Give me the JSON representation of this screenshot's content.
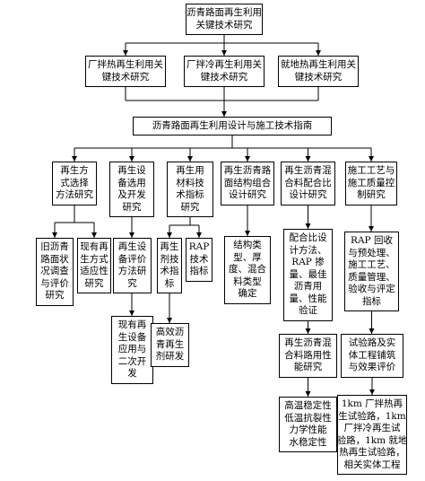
{
  "nodes": {
    "root": {
      "lines": [
        "沥青路面再生利用",
        "关键技术研究"
      ]
    },
    "hot_plant": {
      "lines": [
        "厂拌热再生利用关",
        "键技术研究"
      ]
    },
    "cold_plant": {
      "lines": [
        "厂拌冷再生利用关",
        "键技术研究"
      ]
    },
    "hot_inplace": {
      "lines": [
        "就地热再生利用关",
        "键技术研究"
      ]
    },
    "guide": {
      "lines": [
        "沥青路面再生利用设计与施工技术指南"
      ]
    },
    "method_select": {
      "lines": [
        "再生方",
        "式选择",
        "方法研究"
      ]
    },
    "equipment": {
      "lines": [
        "再生设",
        "备选用",
        "及开发",
        "研究"
      ]
    },
    "materials": {
      "lines": [
        "再生用",
        "材料技",
        "术指标",
        "研究"
      ]
    },
    "structure": {
      "lines": [
        "再生沥青路",
        "面结构组合",
        "设计研究"
      ]
    },
    "mix_design": {
      "lines": [
        "再生沥青混",
        "合料配合比",
        "设计研究"
      ]
    },
    "construction": {
      "lines": [
        "施工工艺与",
        "施工质量控",
        "制研究"
      ]
    },
    "old_pavement": {
      "lines": [
        "旧沥青",
        "路面状",
        "况调查",
        "与评价",
        "研究"
      ]
    },
    "adaptability": {
      "lines": [
        "现有再",
        "生方式",
        "适应性",
        "研究"
      ]
    },
    "equip_eval": {
      "lines": [
        "再生设",
        "备评价",
        "方法研",
        "究"
      ]
    },
    "rejuvenator_index": {
      "lines": [
        "再生",
        "剂技",
        "术指",
        "标"
      ]
    },
    "rap_index": {
      "lines": [
        "RAP",
        "技术",
        "指标"
      ]
    },
    "structure_type": {
      "lines": [
        "结构类",
        "型、厚",
        "度、混合",
        "料类型",
        "确定"
      ]
    },
    "mix_method": {
      "lines": [
        "配合比设",
        "计方法、",
        "RAP 掺",
        "量、最佳",
        "沥青用",
        "量、性能",
        "验证"
      ]
    },
    "construction_detail": {
      "lines": [
        "RAP 回收",
        "与预处理、",
        "施工工艺、",
        "质量管理、",
        "验收与评定",
        "指标"
      ]
    },
    "equip_dev": {
      "lines": [
        "现有再",
        "生设备",
        "应用与",
        "二次开",
        "发"
      ]
    },
    "rejuvenator_dev": {
      "lines": [
        "高效沥",
        "青再生",
        "剂研发"
      ]
    },
    "road_perf": {
      "lines": [
        "再生沥青混",
        "合料路用性",
        "能研究"
      ]
    },
    "trial_road": {
      "lines": [
        "试验路及实",
        "体工程铺筑",
        "与效果评价"
      ]
    },
    "perf_items": {
      "lines": [
        "高温稳定性",
        "低温抗裂性",
        "力学性能",
        "水稳定性"
      ]
    },
    "trial_detail": {
      "lines": [
        "1km 厂拌热再",
        "生试验路，1km",
        "厂拌冷再生试",
        "验路，1km 就地",
        "热再生试验路，",
        "相关实体工程"
      ]
    }
  }
}
